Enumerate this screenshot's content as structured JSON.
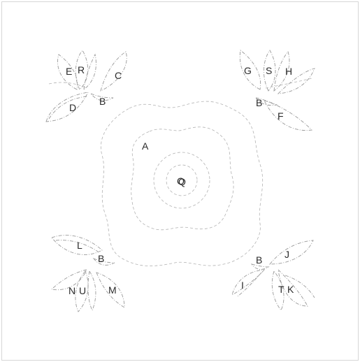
{
  "labels": {
    "center_q": "Q",
    "center_o": "O",
    "ring": "A",
    "tl_e": "E",
    "tl_r": "R",
    "tl_c": "C",
    "tl_d": "D",
    "tl_b": "B",
    "tr_g": "G",
    "tr_s": "S",
    "tr_h": "H",
    "tr_b": "B",
    "tr_f": "F",
    "bl_l": "L",
    "bl_b": "B",
    "bl_n": "N",
    "bl_u": "U",
    "bl_m": "M",
    "br_b": "B",
    "br_j": "J",
    "br_i": "I",
    "br_t": "T",
    "br_k": "K"
  }
}
